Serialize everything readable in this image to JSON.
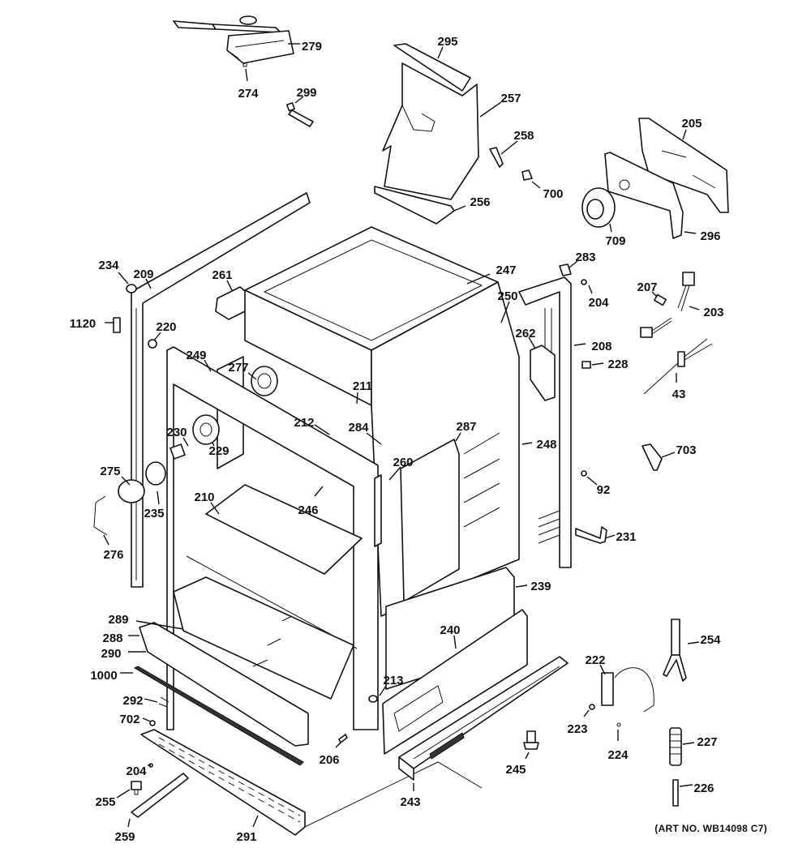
{
  "diagram": {
    "type": "exploded-parts-diagram",
    "subject": "Range body / oven cavity assembly",
    "art_number": "(ART NO. WB14098 C7)",
    "callouts": [
      {
        "id": "279",
        "label": "279"
      },
      {
        "id": "274",
        "label": "274"
      },
      {
        "id": "299",
        "label": "299"
      },
      {
        "id": "295",
        "label": "295"
      },
      {
        "id": "257",
        "label": "257"
      },
      {
        "id": "258",
        "label": "258"
      },
      {
        "id": "700",
        "label": "700"
      },
      {
        "id": "256",
        "label": "256"
      },
      {
        "id": "205",
        "label": "205"
      },
      {
        "id": "709",
        "label": "709"
      },
      {
        "id": "296",
        "label": "296"
      },
      {
        "id": "234",
        "label": "234"
      },
      {
        "id": "209",
        "label": "209"
      },
      {
        "id": "261",
        "label": "261"
      },
      {
        "id": "1120",
        "label": "1120"
      },
      {
        "id": "220",
        "label": "220"
      },
      {
        "id": "249",
        "label": "249"
      },
      {
        "id": "277",
        "label": "277"
      },
      {
        "id": "247",
        "label": "247"
      },
      {
        "id": "250",
        "label": "250"
      },
      {
        "id": "262",
        "label": "262"
      },
      {
        "id": "283",
        "label": "283"
      },
      {
        "id": "204a",
        "label": "204"
      },
      {
        "id": "207",
        "label": "207"
      },
      {
        "id": "203",
        "label": "203"
      },
      {
        "id": "208",
        "label": "208"
      },
      {
        "id": "228",
        "label": "228"
      },
      {
        "id": "43",
        "label": "43"
      },
      {
        "id": "211",
        "label": "211"
      },
      {
        "id": "212",
        "label": "212"
      },
      {
        "id": "284",
        "label": "284"
      },
      {
        "id": "287",
        "label": "287"
      },
      {
        "id": "260",
        "label": "260"
      },
      {
        "id": "248",
        "label": "248"
      },
      {
        "id": "230",
        "label": "230"
      },
      {
        "id": "229",
        "label": "229"
      },
      {
        "id": "275",
        "label": "275"
      },
      {
        "id": "235",
        "label": "235"
      },
      {
        "id": "210",
        "label": "210"
      },
      {
        "id": "246",
        "label": "246"
      },
      {
        "id": "276",
        "label": "276"
      },
      {
        "id": "703",
        "label": "703"
      },
      {
        "id": "92",
        "label": "92"
      },
      {
        "id": "231",
        "label": "231"
      },
      {
        "id": "239",
        "label": "239"
      },
      {
        "id": "289",
        "label": "289"
      },
      {
        "id": "288",
        "label": "288"
      },
      {
        "id": "290",
        "label": "290"
      },
      {
        "id": "240",
        "label": "240"
      },
      {
        "id": "254",
        "label": "254"
      },
      {
        "id": "1000",
        "label": "1000"
      },
      {
        "id": "222",
        "label": "222"
      },
      {
        "id": "213",
        "label": "213"
      },
      {
        "id": "292",
        "label": "292"
      },
      {
        "id": "702",
        "label": "702"
      },
      {
        "id": "223",
        "label": "223"
      },
      {
        "id": "227",
        "label": "227"
      },
      {
        "id": "224",
        "label": "224"
      },
      {
        "id": "206",
        "label": "206"
      },
      {
        "id": "245",
        "label": "245"
      },
      {
        "id": "204b",
        "label": "204"
      },
      {
        "id": "243",
        "label": "243"
      },
      {
        "id": "255",
        "label": "255"
      },
      {
        "id": "226",
        "label": "226"
      },
      {
        "id": "259",
        "label": "259"
      },
      {
        "id": "291",
        "label": "291"
      }
    ]
  }
}
